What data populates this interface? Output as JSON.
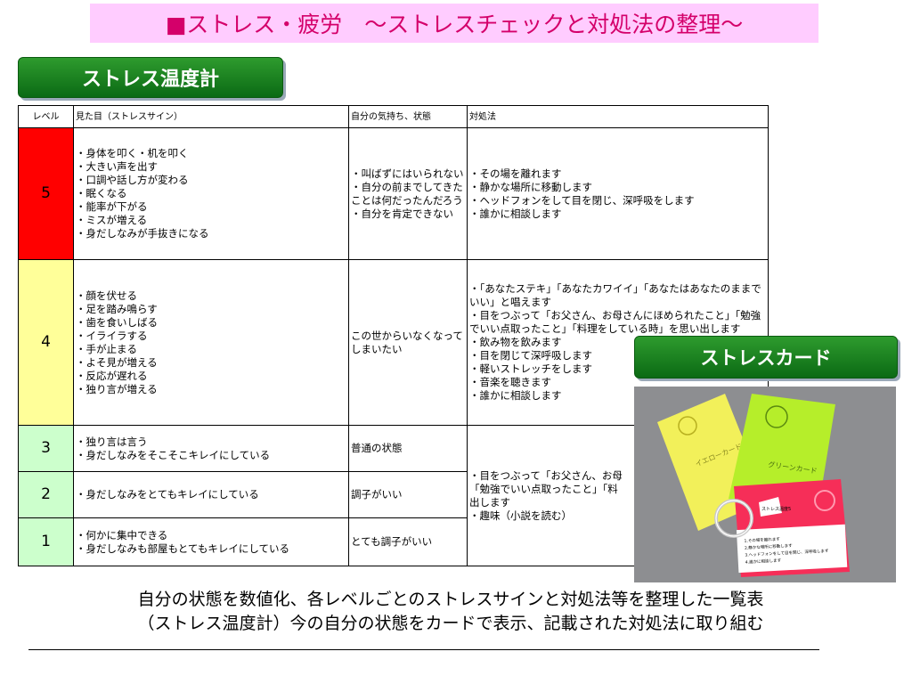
{
  "title": "■ストレス・疲労　～ストレスチェックと対処法の整理～",
  "tags": {
    "meter": "ストレス温度計",
    "card": "ストレスカード"
  },
  "table": {
    "headers": [
      "レベル",
      "見た目（ストレスサイン）",
      "自分の気持ち、状態",
      "対処法"
    ],
    "rows": [
      {
        "level": "5",
        "signs": [
          "・身体を叩く・机を叩く",
          "・大きい声を出す",
          "・口調や話し方が変わる",
          "・眠くなる",
          "・能率が下がる",
          "・ミスが増える",
          "・身だしなみが手抜きになる"
        ],
        "feeling": [
          "・叫ばずにはいられない",
          "・自分の前までしてきたことは何だったんだろう",
          "・自分を肯定できない"
        ],
        "coping": [
          "・その場を離れます",
          "・静かな場所に移動します",
          "・ヘッドフォンをして目を閉じ、深呼吸をします",
          "・誰かに相談します"
        ]
      },
      {
        "level": "4",
        "signs": [
          "・顔を伏せる",
          "・足を踏み鳴らす",
          "・歯を食いしばる",
          "・イライラする",
          "・手が止まる",
          "・よそ見が増える",
          "・反応が遅れる",
          "・独り言が増える"
        ],
        "feeling": [
          "この世からいなくなってしまいたい"
        ],
        "coping": [
          "・「あなたステキ」「あなたカワイイ」「あなたはあなたのままでいい」と唱えます",
          "・目をつぶって「お父さん、お母さんにほめられたこと」「勉強でいい点取ったこと」「料理をしている時」を思い出します",
          "・飲み物を飲みます",
          "・目を閉じて深呼吸します",
          "・軽いストレッチをします",
          "・音楽を聴きます",
          "・誰かに相談します"
        ]
      },
      {
        "level": "3",
        "signs": [
          "・独り言は言う",
          "・身だしなみをそこそこキレイにしている"
        ],
        "feeling": [
          "普通の状態"
        ]
      },
      {
        "level": "2",
        "signs": [
          "・身だしなみをとてもキレイにしている"
        ],
        "feeling": [
          "調子がいい"
        ]
      },
      {
        "level": "1",
        "signs": [
          "・何かに集中できる",
          "・身だしなみも部屋もとてもキレイにしている"
        ],
        "feeling": [
          "とても調子がいい"
        ]
      }
    ],
    "coping_123": [
      "・目をつぶって「お父さん、お母",
      "「勉強でいい点取ったこと」「料",
      "出します",
      "・趣味（小説を読む）"
    ]
  },
  "card_photo": {
    "yellow_card_text": "イエローカード",
    "green_card_text": "グリーンカード",
    "red_card_title": "ストレス温度5",
    "red_card_lines": [
      "1.その場を離れます",
      "2.静かな場所に移動します",
      "3.ヘッドフォンをして目を閉じ、深呼吸します",
      "4.誰かに相談します"
    ]
  },
  "caption": {
    "line1": "自分の状態を数値化、各レベルごとのストレスサインと対処法等を整理した一覧表",
    "line2": "（ストレス温度計）今の自分の状態をカードで表示、記載された対処法に取り組む"
  },
  "colors": {
    "title_bg": "#ffccff",
    "title_text": "#d4006a",
    "level5": "#ff0000",
    "level4": "#ffff99",
    "level123": "#ccffcc",
    "tag_green": "#1a7f22"
  }
}
